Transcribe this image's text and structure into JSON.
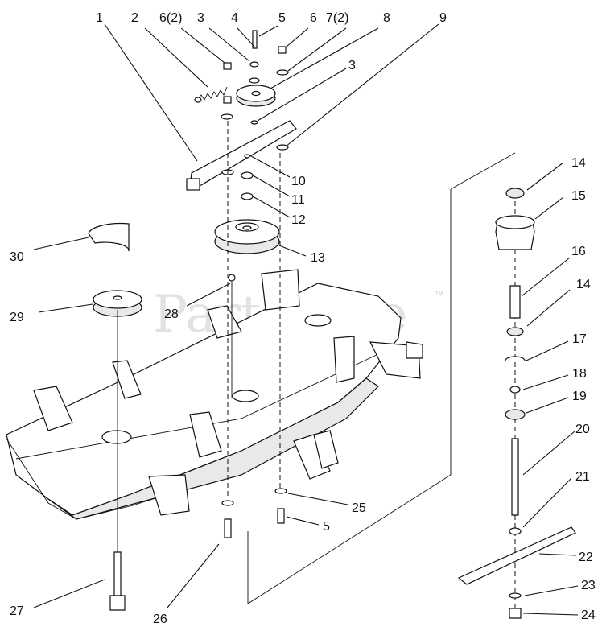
{
  "watermark": {
    "text": "PartsTree",
    "tm": "™"
  },
  "callouts": [
    {
      "id": "c1",
      "text": "1"
    },
    {
      "id": "c2",
      "text": "2"
    },
    {
      "id": "c3a",
      "text": "6(2)"
    },
    {
      "id": "c4",
      "text": "3"
    },
    {
      "id": "c5",
      "text": "4"
    },
    {
      "id": "c6",
      "text": "5"
    },
    {
      "id": "c7",
      "text": "6"
    },
    {
      "id": "c8",
      "text": "7(2)"
    },
    {
      "id": "c9",
      "text": "8"
    },
    {
      "id": "c10",
      "text": "9"
    },
    {
      "id": "c11",
      "text": "3"
    },
    {
      "id": "c12",
      "text": "10"
    },
    {
      "id": "c13",
      "text": "11"
    },
    {
      "id": "c14",
      "text": "12"
    },
    {
      "id": "c15",
      "text": "13"
    },
    {
      "id": "c16",
      "text": "30"
    },
    {
      "id": "c17",
      "text": "29"
    },
    {
      "id": "c18",
      "text": "28"
    },
    {
      "id": "c19",
      "text": "14"
    },
    {
      "id": "c20",
      "text": "15"
    },
    {
      "id": "c21",
      "text": "16"
    },
    {
      "id": "c22",
      "text": "14"
    },
    {
      "id": "c23",
      "text": "17"
    },
    {
      "id": "c24",
      "text": "18"
    },
    {
      "id": "c25",
      "text": "19"
    },
    {
      "id": "c26",
      "text": "20"
    },
    {
      "id": "c27",
      "text": "21"
    },
    {
      "id": "c28",
      "text": "22"
    },
    {
      "id": "c29",
      "text": "23"
    },
    {
      "id": "c30",
      "text": "24"
    },
    {
      "id": "c31",
      "text": "25"
    },
    {
      "id": "c32",
      "text": "5"
    },
    {
      "id": "c33",
      "text": "26"
    },
    {
      "id": "c34",
      "text": "27"
    }
  ]
}
